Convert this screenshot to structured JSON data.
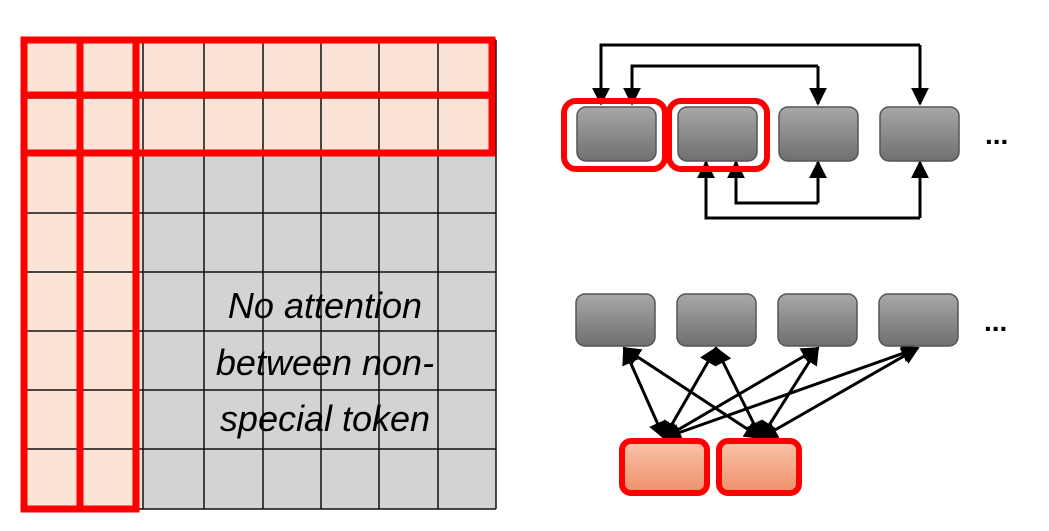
{
  "attention_matrix": {
    "caption_lines": [
      "No attention",
      "between non-",
      "special token"
    ]
  },
  "top_diagram": {
    "ellipsis": "..."
  },
  "bottom_diagram": {
    "ellipsis": "..."
  },
  "colors": {
    "special_cell": "#fbe4d6",
    "normal_cell": "#d3d3d5",
    "highlight": "#ff0000",
    "node_gray": "#8a8a8a",
    "node_special": "#f4a685"
  }
}
